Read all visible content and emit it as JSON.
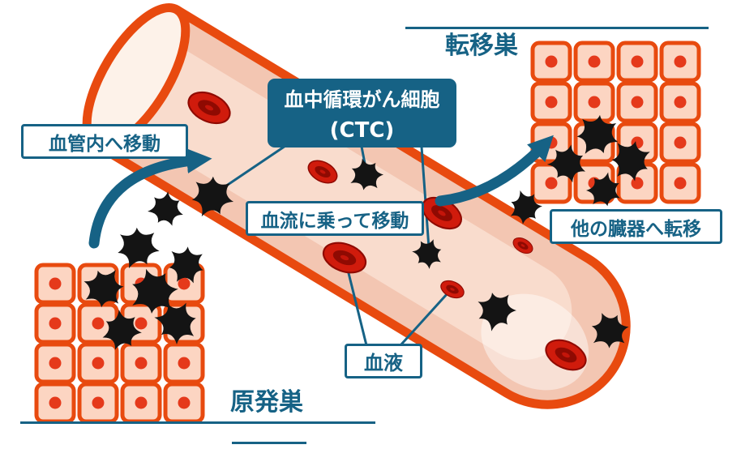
{
  "diagram": {
    "labels": {
      "metastatic_site": "転移巣",
      "primary_site": "原発巣",
      "ctc_line1": "血中循環がん細胞",
      "ctc_line2": "(CTC)",
      "move_into_vessel": "血管内へ移動",
      "move_with_bloodflow": "血流に乗って移動",
      "metastasize_to_other_organs": "他の臓器へ転移",
      "blood": "血液"
    },
    "colors": {
      "accent_teal": "#166285",
      "vessel_orange": "#e84a0f",
      "vessel_fill": "#f3c6b2",
      "tissue_cell_fill": "#fcd5c2",
      "tissue_cell_nucleus": "#e5391b",
      "red_blood_cell": "#d01b0c",
      "cancer_cell": "#141414",
      "background": "#ffffff"
    },
    "icons": [
      "blood-vessel",
      "vessel-opening",
      "red-blood-cell",
      "cancer-cell",
      "tissue-cell",
      "curved-arrow"
    ]
  }
}
